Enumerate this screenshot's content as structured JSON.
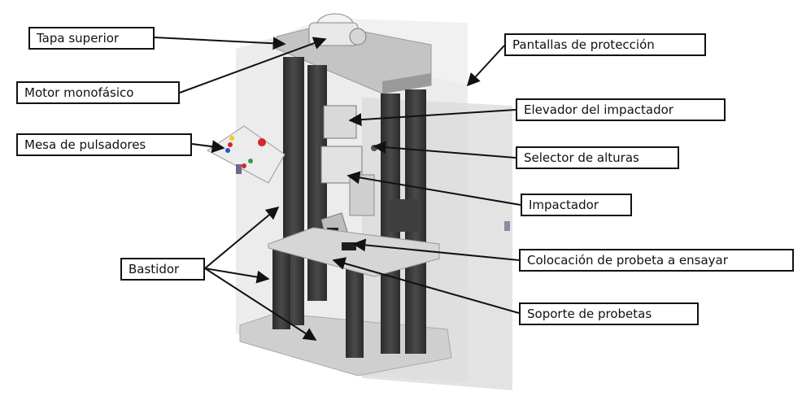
{
  "labels": {
    "tapa_superior": "Tapa superior",
    "motor_monofasico": "Motor monofásico",
    "mesa_pulsadores": "Mesa de pulsadores",
    "bastidor": "Bastidor",
    "pantallas_proteccion": "Pantallas de protección",
    "elevador_impactador": "Elevador del impactador",
    "selector_alturas": "Selector de alturas",
    "impactador": "Impactador",
    "colocacion_probeta": "Colocación de probeta a ensayar",
    "soporte_probetas": "Soporte de probetas"
  },
  "colors": {
    "column_dark": "#3a3a3a",
    "panel_light": "#cfcfcf",
    "enclosure": "#e4e4e4",
    "button_red": "#d62828",
    "button_blue": "#2b4fd6",
    "button_yellow": "#e8d21c",
    "button_green": "#2f9e3b"
  }
}
